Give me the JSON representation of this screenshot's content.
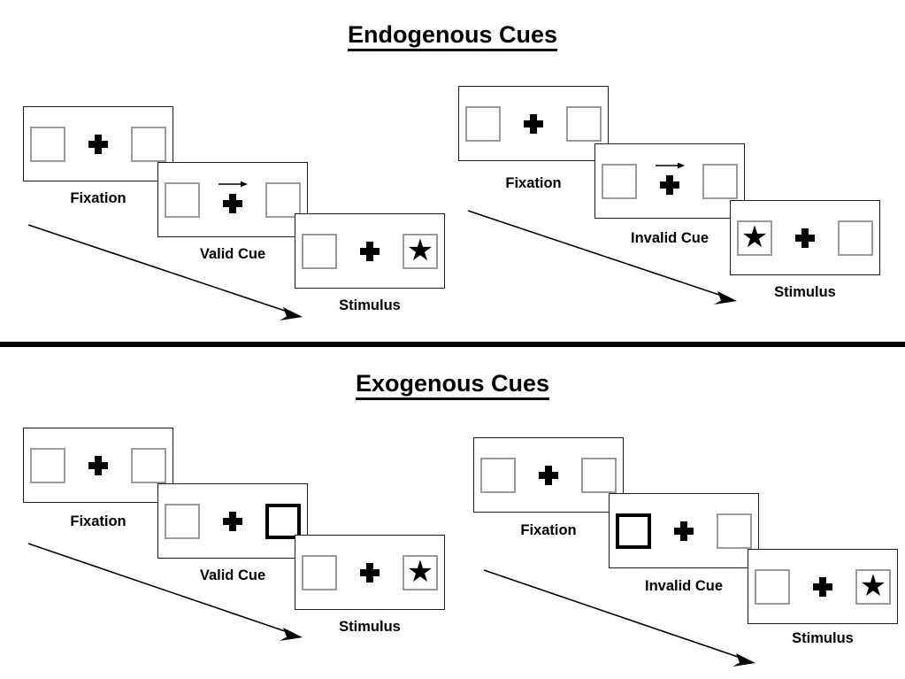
{
  "figure": {
    "title_top": "Endogenous Cues",
    "title_bottom": "Exogenous Cues",
    "divider": "section-divider"
  },
  "colors": {
    "ink": "#000000",
    "frame_border": "#1a1a1a",
    "box_border": "#9a9a9a",
    "cued_box_border": "#000000",
    "background": "#ffffff"
  },
  "glyphs": {
    "star": "★",
    "plus": "plus-fixation-cross",
    "arrow_right": "arrow-right-cue"
  },
  "sections": [
    {
      "id": "endogenous",
      "title": "Endogenous Cues",
      "conditions": [
        {
          "id": "endogenous-valid",
          "panels": [
            {
              "id": "endo-valid-fixation",
              "caption": "Fixation",
              "left_box": "empty",
              "right_box": "empty",
              "cue": "none",
              "target": "none"
            },
            {
              "id": "endo-valid-cue",
              "caption": "Valid Cue",
              "left_box": "empty",
              "right_box": "empty",
              "cue": "arrow-right",
              "target": "none"
            },
            {
              "id": "endo-valid-stimulus",
              "caption": "Stimulus",
              "left_box": "empty",
              "right_box": "star",
              "cue": "none",
              "target": "right"
            }
          ],
          "flow_arrow": "flow-arrow-endogenous-valid"
        },
        {
          "id": "endogenous-invalid",
          "panels": [
            {
              "id": "endo-invalid-fixation",
              "caption": "Fixation",
              "left_box": "empty",
              "right_box": "empty",
              "cue": "none",
              "target": "none"
            },
            {
              "id": "endo-invalid-cue",
              "caption": "Invalid Cue",
              "left_box": "empty",
              "right_box": "empty",
              "cue": "arrow-right",
              "target": "none"
            },
            {
              "id": "endo-invalid-stimulus",
              "caption": "Stimulus",
              "left_box": "star",
              "right_box": "empty",
              "cue": "none",
              "target": "left"
            }
          ],
          "flow_arrow": "flow-arrow-endogenous-invalid"
        }
      ]
    },
    {
      "id": "exogenous",
      "title": "Exogenous Cues",
      "conditions": [
        {
          "id": "exogenous-valid",
          "panels": [
            {
              "id": "exo-valid-fixation",
              "caption": "Fixation",
              "left_box": "empty",
              "right_box": "empty",
              "cue": "none",
              "target": "none"
            },
            {
              "id": "exo-valid-cue",
              "caption": "Valid Cue",
              "left_box": "empty",
              "right_box": "highlighted",
              "cue": "box-flash-right",
              "target": "none"
            },
            {
              "id": "exo-valid-stimulus",
              "caption": "Stimulus",
              "left_box": "empty",
              "right_box": "star",
              "cue": "none",
              "target": "right"
            }
          ],
          "flow_arrow": "flow-arrow-exogenous-valid"
        },
        {
          "id": "exogenous-invalid",
          "panels": [
            {
              "id": "exo-invalid-fixation",
              "caption": "Fixation",
              "left_box": "empty",
              "right_box": "empty",
              "cue": "none",
              "target": "none"
            },
            {
              "id": "exo-invalid-cue",
              "caption": "Invalid Cue",
              "left_box": "highlighted",
              "right_box": "empty",
              "cue": "box-flash-left",
              "target": "none"
            },
            {
              "id": "exo-invalid-stimulus",
              "caption": "Stimulus",
              "left_box": "empty",
              "right_box": "star",
              "cue": "none",
              "target": "right"
            }
          ],
          "flow_arrow": "flow-arrow-exogenous-invalid"
        }
      ]
    }
  ]
}
